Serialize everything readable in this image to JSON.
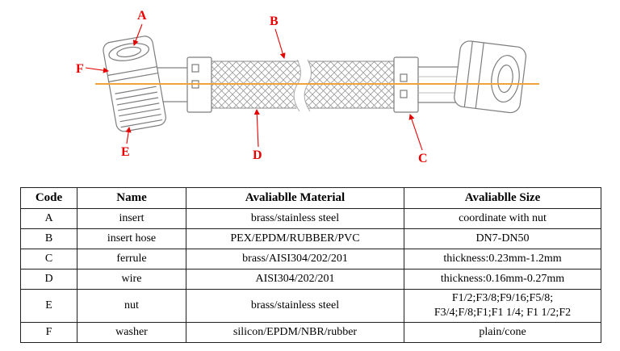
{
  "diagram": {
    "labels": {
      "A": "A",
      "B": "B",
      "C": "C",
      "D": "D",
      "E": "E",
      "F": "F"
    },
    "centerline_color": "#F0A23C",
    "label_color": "#E60000",
    "line_color": "#7D7D7D"
  },
  "table": {
    "headers": [
      "Code",
      "Name",
      "Avaliablle Material",
      "Avaliablle Size"
    ],
    "rows": [
      {
        "code": "A",
        "name": "insert",
        "material": "brass/stainless steel",
        "size": "coordinate with nut"
      },
      {
        "code": "B",
        "name": "insert hose",
        "material": "PEX/EPDM/RUBBER/PVC",
        "size": "DN7-DN50"
      },
      {
        "code": "C",
        "name": "ferrule",
        "material": "brass/AISI304/202/201",
        "size": "thickness:0.23mm-1.2mm"
      },
      {
        "code": "D",
        "name": "wire",
        "material": "AISI304/202/201",
        "size": "thickness:0.16mm-0.27mm"
      },
      {
        "code": "E",
        "name": "nut",
        "material": "brass/stainless steel",
        "size": "F1/2;F3/8;F9/16;F5/8;\nF3/4;F/8;F1;F1 1/4;  F1 1/2;F2"
      },
      {
        "code": "F",
        "name": "washer",
        "material": "silicon/EPDM/NBR/rubber",
        "size": "plain/cone"
      }
    ]
  }
}
